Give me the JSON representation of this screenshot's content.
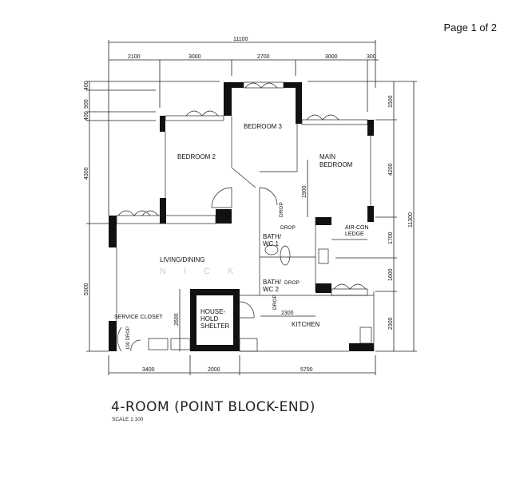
{
  "page_indicator": "Page 1 of 2",
  "plan": {
    "title": "4-ROOM (POINT BLOCK-END)",
    "scale": "SCALE  1:100",
    "watermark": "NICK",
    "rooms": {
      "bedroom2": "BEDROOM 2",
      "bedroom3": "BEDROOM 3",
      "main_bedroom_1": "MAIN",
      "main_bedroom_2": "BEDROOM",
      "living": "LIVING/DINING",
      "bath1_1": "BATH/",
      "bath1_2": "WC 1",
      "bath2_1": "BATH/",
      "bath2_2": "WC 2",
      "aircon_1": "AIR-CON",
      "aircon_2": "LEDGE",
      "shelter_1": "HOUSE-",
      "shelter_2": "HOLD",
      "shelter_3": "SHELTER",
      "kitchen": "KITCHEN",
      "service_closet": "SERVICE CLOSET",
      "drop": "DROP",
      "drop100": "100 DROP"
    },
    "dims": {
      "overall_width": "11100",
      "top": [
        "2100",
        "3000",
        "2700",
        "3000",
        "300"
      ],
      "left": [
        "400",
        "900",
        "400",
        "4300",
        "5300"
      ],
      "right": [
        "1500",
        "4200",
        "1700",
        "1600",
        "2300"
      ],
      "overall_height": "11300",
      "bottom": [
        "3400",
        "2000",
        "5700"
      ],
      "inner_1900": "1900",
      "inner_2600": "2600",
      "inner_2300": "2300"
    }
  }
}
